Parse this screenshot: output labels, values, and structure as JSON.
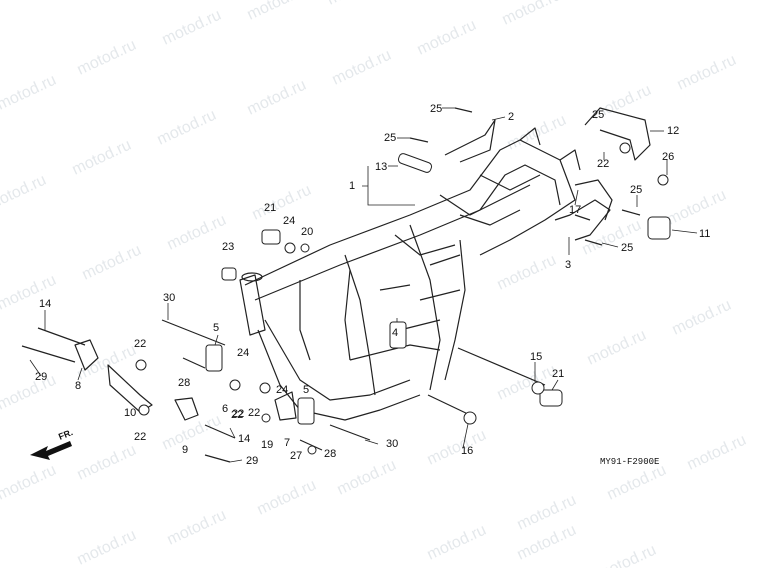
{
  "watermark": "motod.ru",
  "diagram_code": "MY91-F2900E",
  "direction_label": "FR.",
  "callouts": [
    {
      "label": "25"
    },
    {
      "label": "2"
    },
    {
      "label": "25"
    },
    {
      "label": "12"
    },
    {
      "label": "13"
    },
    {
      "label": "1"
    },
    {
      "label": "22"
    },
    {
      "label": "26"
    },
    {
      "label": "25"
    },
    {
      "label": "17"
    },
    {
      "label": "25"
    },
    {
      "label": "11"
    },
    {
      "label": "25"
    },
    {
      "label": "3"
    },
    {
      "label": "21"
    },
    {
      "label": "24"
    },
    {
      "label": "20"
    },
    {
      "label": "23"
    },
    {
      "label": "30"
    },
    {
      "label": "14"
    },
    {
      "label": "5"
    },
    {
      "label": "4"
    },
    {
      "label": "22"
    },
    {
      "label": "24"
    },
    {
      "label": "29"
    },
    {
      "label": "8"
    },
    {
      "label": "28"
    },
    {
      "label": "22"
    },
    {
      "label": "6"
    },
    {
      "label": "22"
    },
    {
      "label": "10"
    },
    {
      "label": "22"
    },
    {
      "label": "5"
    },
    {
      "label": "24"
    },
    {
      "label": "22"
    },
    {
      "label": "9"
    },
    {
      "label": "19"
    },
    {
      "label": "7"
    },
    {
      "label": "14"
    },
    {
      "label": "30"
    },
    {
      "label": "27"
    },
    {
      "label": "28"
    },
    {
      "label": "29"
    },
    {
      "label": "15"
    },
    {
      "label": "21"
    },
    {
      "label": "16"
    }
  ]
}
